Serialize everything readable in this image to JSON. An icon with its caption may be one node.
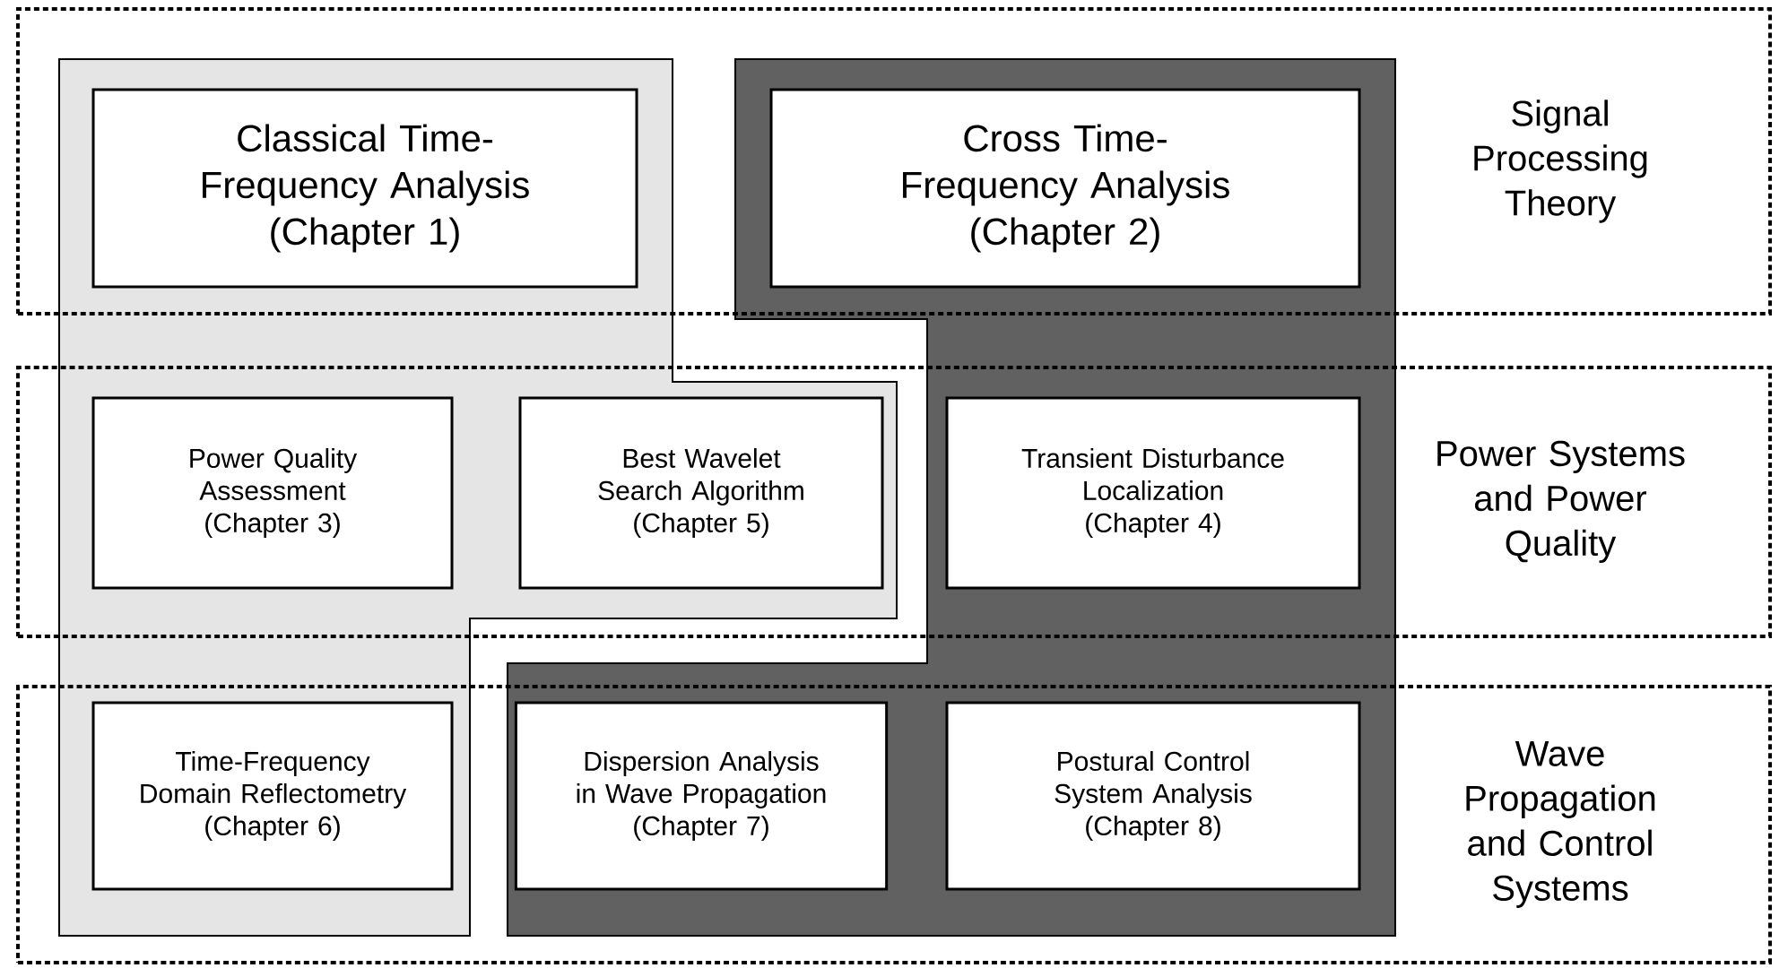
{
  "diagram": {
    "nodes": [
      {
        "text": [
          "Signal Processing Theory"
        ]
      },
      {
        "text": [
          "Classical Time-Frequency Analysis",
          "(Chapter 1)"
        ],
        "in": 0
      },
      {
        "text": [
          "Cross Time-Frequency Analysis",
          "(Chapter 2)"
        ],
        "in": 0
      },
      {
        "text": [
          "Power Systems and Power Quality"
        ]
      },
      {
        "text": [
          "Power Quality Assessment",
          "(Chapter 3)"
        ],
        "in": 3
      },
      {
        "text": [
          "Best Wavelet Search Algorithm",
          "(Chapter 5)"
        ],
        "in": 3
      },
      {
        "text": [
          "Transient Disturbance Localization",
          "(Chapter 4)"
        ],
        "in": 3
      },
      {
        "text": [
          "Wave Propagation and Control Systems"
        ]
      },
      {
        "text": [
          "Time-Frequency Domain Reflectometry",
          "(Chapter 6)"
        ],
        "in": 7
      },
      {
        "text": [
          "Dispersion Analysis in Wave Propagation",
          "(Chapter 7)"
        ],
        "in": 7
      },
      {
        "text": [
          "Postural Control System Analysis",
          "(Chapter 8)"
        ],
        "in": 7
      }
    ]
  }
}
